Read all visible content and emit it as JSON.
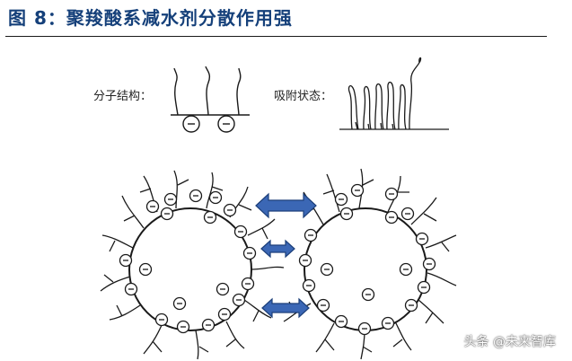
{
  "figure": {
    "title": "图 8：聚羧酸系减水剂分散作用强"
  },
  "legend": {
    "molecule_label": "分子结构：",
    "adsorption_label": "吸附状态："
  },
  "watermark": {
    "text": "头条 @未来智库"
  },
  "colors": {
    "title": "#15407a",
    "arrow_fill": "#3b67b5",
    "arrow_stroke": "#1c3f7a",
    "line": "#1a1a1a"
  },
  "diagram": {
    "particles": 2,
    "charge_symbol": "−",
    "repulsion_arrows": 3,
    "arrow_icon": "double-headed-arrow-icon"
  }
}
